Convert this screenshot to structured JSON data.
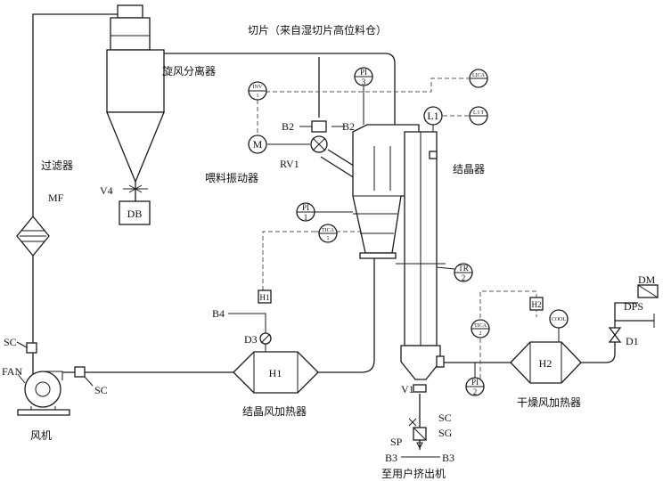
{
  "text": {
    "feed_note": "切片（来自湿切片高位料仓）",
    "cyclone": "旋风分离器",
    "vibrator": "喂料振动器",
    "filter": "过滤器",
    "fan": "风机",
    "crystallizer": "结晶器",
    "cryst_heater": "结晶风加热器",
    "dry_heater": "干燥风加热器",
    "extruder": "至用户挤出机"
  },
  "equipment": {
    "H1": "H1",
    "H2": "H2",
    "M": "M",
    "DB": "DB",
    "L1": "L1",
    "DM": "DM"
  },
  "codes": {
    "MF": "MF",
    "SC": "SC",
    "FAN": "FAN",
    "V4": "V4",
    "RV1": "RV1",
    "B2": "B2",
    "B3": "B3",
    "B4": "B4",
    "D1": "D1",
    "D3": "D3",
    "DPS": "DPS",
    "V1": "V1",
    "SG": "SG",
    "SP": "SP"
  },
  "instruments": {
    "INV": {
      "top": "INV",
      "bottom": "1"
    },
    "PI3": {
      "top": "PI",
      "bottom": "3"
    },
    "LICA": {
      "top": "LICA",
      "bottom": ""
    },
    "LIT": {
      "top": "L I T",
      "bottom": ""
    },
    "PI1": {
      "top": "PI",
      "bottom": "1"
    },
    "TICA1": {
      "top": "TICA",
      "bottom": "1"
    },
    "TR2": {
      "top": "TR",
      "bottom": "2"
    },
    "TICA2": {
      "top": "TICA",
      "bottom": "2"
    },
    "PI2": {
      "top": "PI",
      "bottom": "2"
    },
    "COOL": {
      "top": "COOL",
      "bottom": ""
    }
  }
}
